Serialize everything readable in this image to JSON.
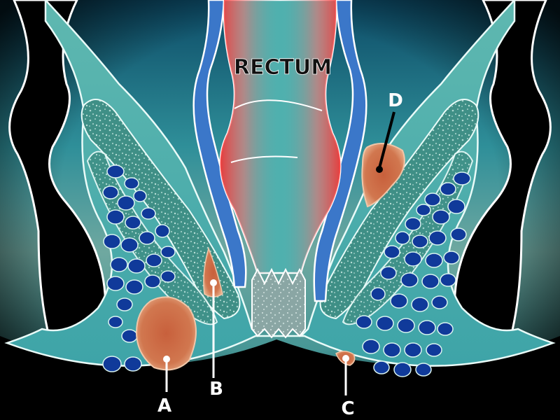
{
  "diagram": {
    "title": "RECTUM",
    "labels": {
      "a": "A",
      "b": "B",
      "c": "C",
      "d": "D"
    },
    "colors": {
      "background_top": "#0c4a66",
      "background_mid": "#2f8f99",
      "background_low": "#6fa8a0",
      "tissue": "#49a9aa",
      "skin": "#8fd8d2",
      "muscle": "#3f8f86",
      "fat_lobule": "#103a9a",
      "rectal_wall": "#3b77c9",
      "rectum_glow": "#ff3a3a",
      "abscess": "#c8603c",
      "bone": "#000000",
      "label": "#ffffff"
    }
  }
}
